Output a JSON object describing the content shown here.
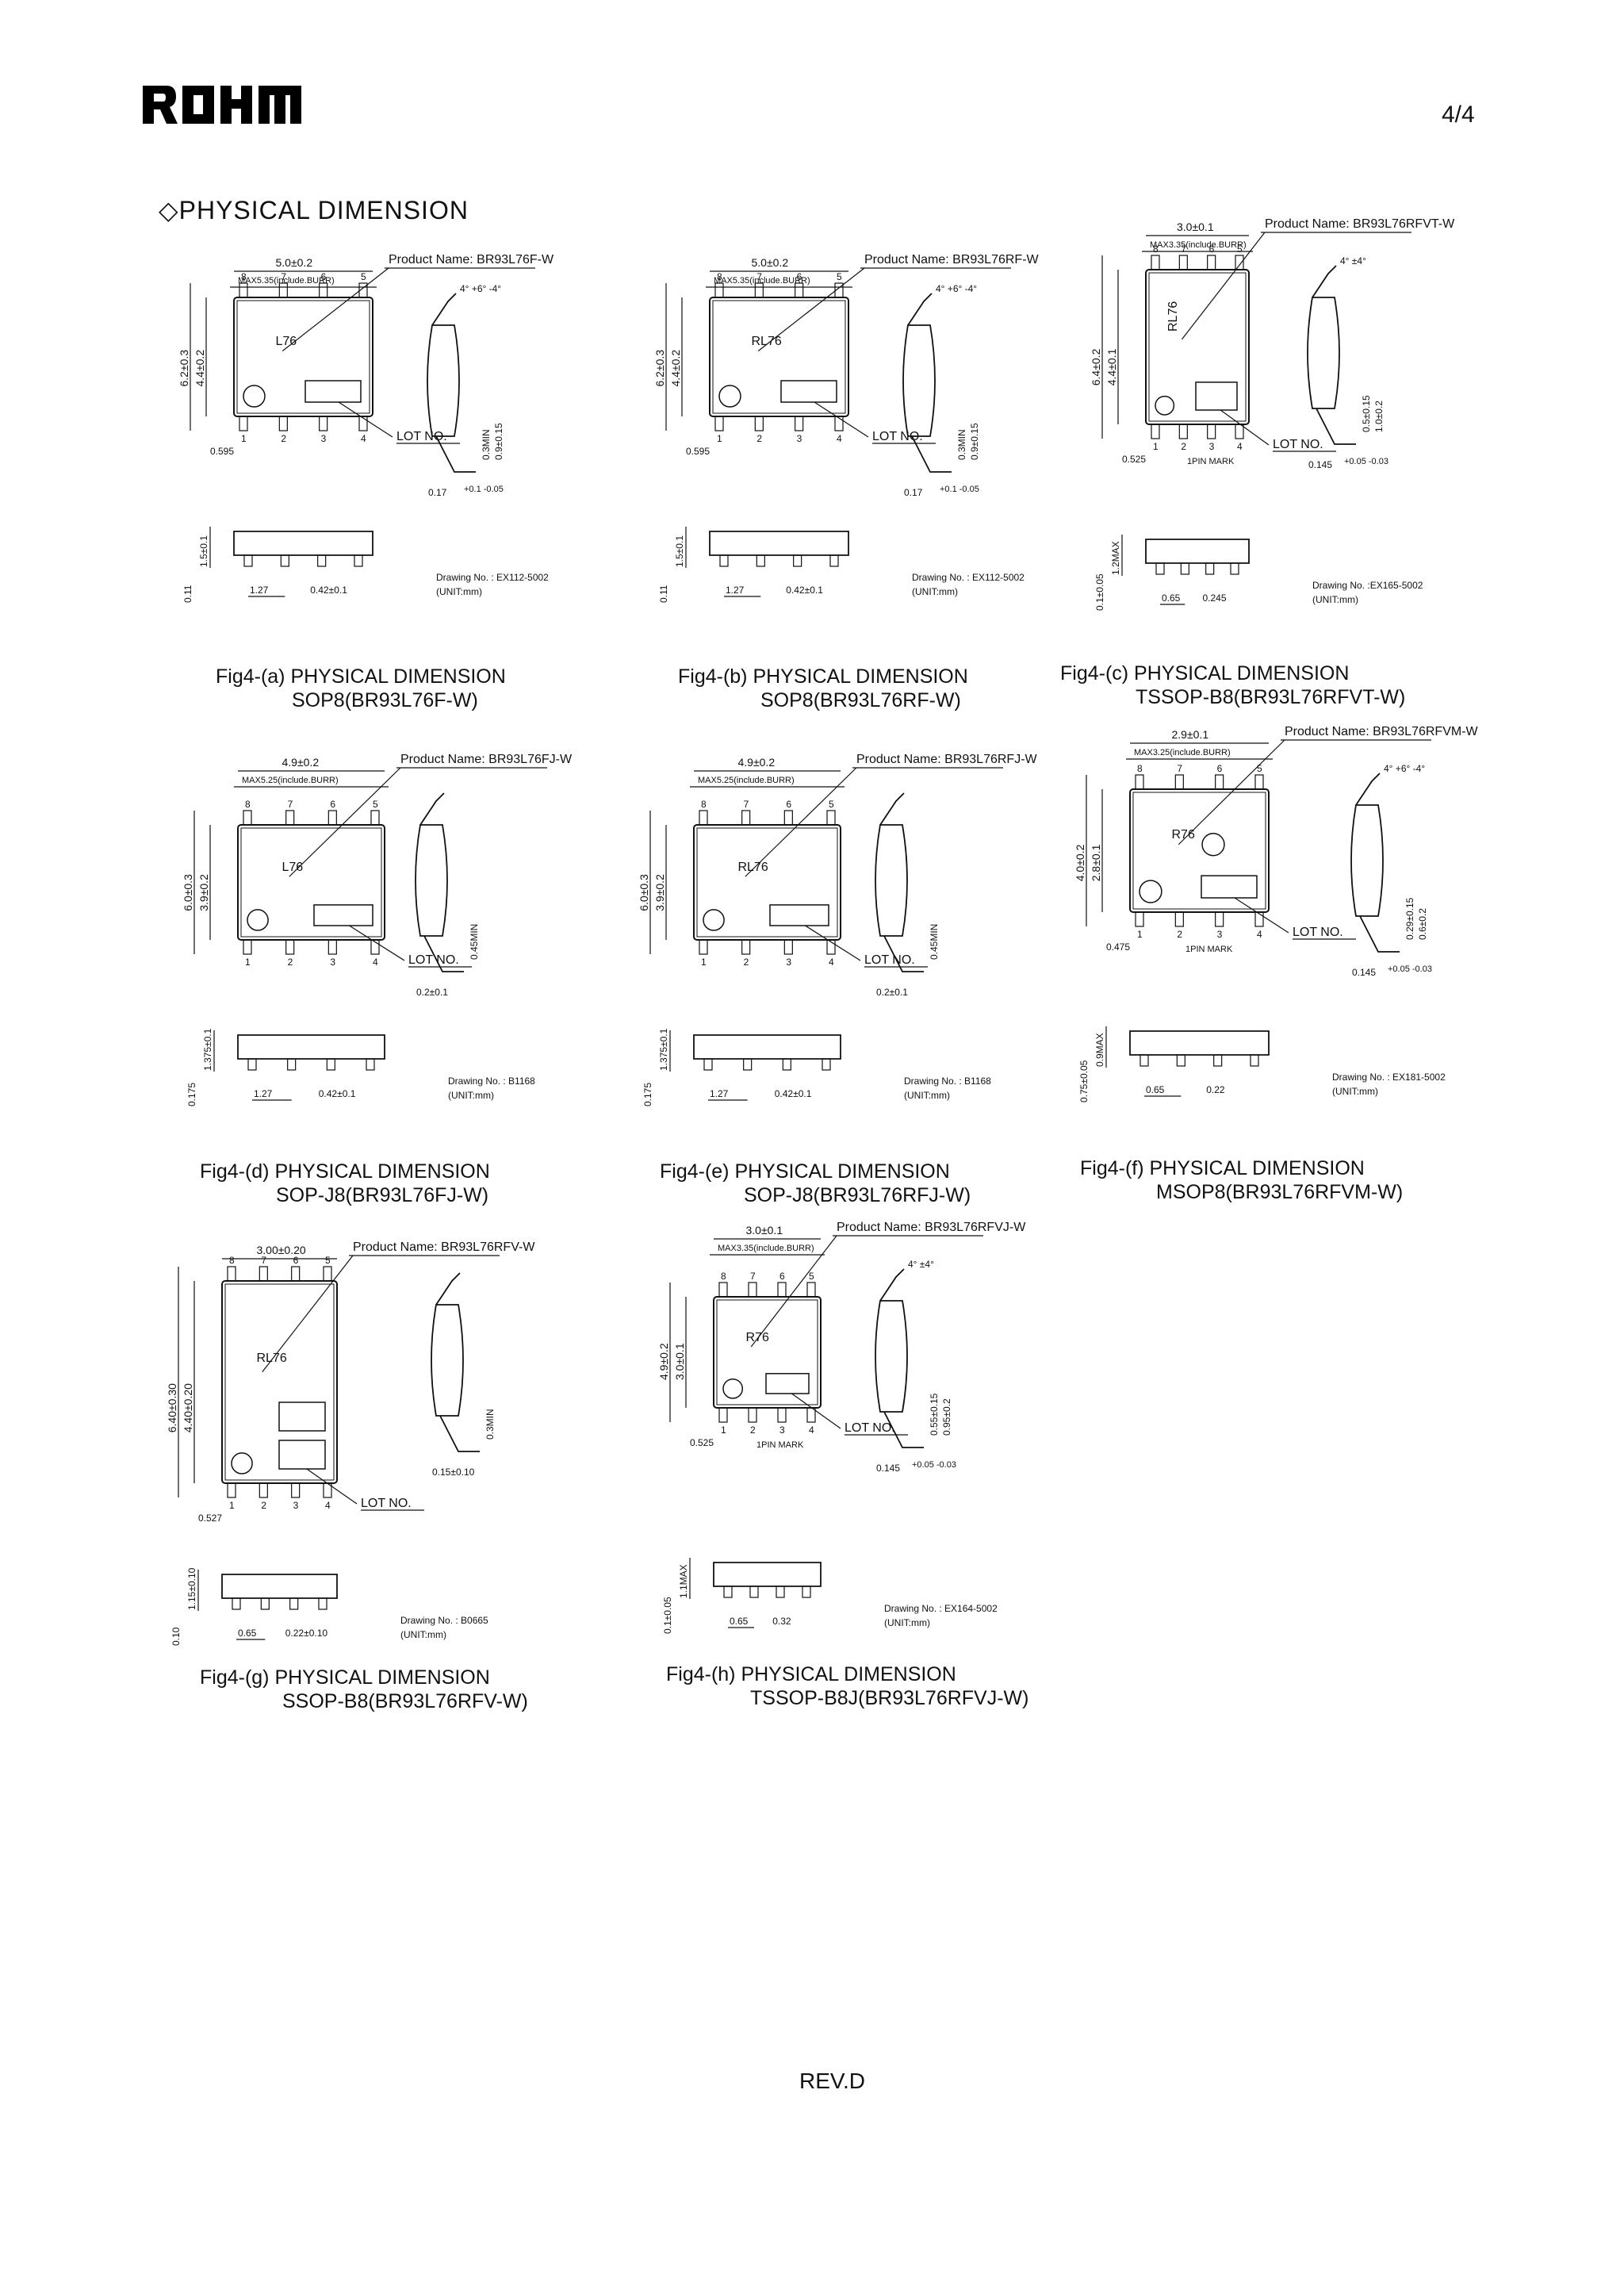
{
  "header": {
    "logo_text": "ROHM",
    "page_number": "4/4"
  },
  "section_title": "◇PHYSICAL DIMENSION",
  "figures": [
    {
      "id": "a",
      "caption_line1": "Fig4-(a) PHYSICAL DIMENSION",
      "caption_line2": "SOP8(BR93L76F-W)",
      "product_name": "Product Name: BR93L76F-W",
      "marking": "L76",
      "drawing_no": "Drawing No. : EX112-5002",
      "unit": "(UNIT:mm)",
      "lot_no": "LOT NO.",
      "dims": {
        "width": "5.0±0.2",
        "max": "MAX5.35(include.BURR)",
        "h1": "6.2±0.3",
        "h2": "4.4±0.2",
        "pitch": "1.27",
        "lead": "0.42±0.1",
        "edge": "0.595",
        "thick": "1.5±0.1",
        "stand": "0.11",
        "t1": "0.3MIN",
        "t2": "0.9±0.15",
        "t3": "0.17",
        "t3tol": "+0.1 -0.05",
        "angle": "4° +6° -4°"
      }
    },
    {
      "id": "b",
      "caption_line1": "Fig4-(b) PHYSICAL DIMENSION",
      "caption_line2": "SOP8(BR93L76RF-W)",
      "product_name": "Product Name: BR93L76RF-W",
      "marking": "RL76",
      "drawing_no": "Drawing No. : EX112-5002",
      "unit": "(UNIT:mm)",
      "lot_no": "LOT NO.",
      "dims": {
        "width": "5.0±0.2",
        "max": "MAX5.35(include.BURR)",
        "h1": "6.2±0.3",
        "h2": "4.4±0.2",
        "pitch": "1.27",
        "lead": "0.42±0.1",
        "edge": "0.595",
        "thick": "1.5±0.1",
        "stand": "0.11",
        "t1": "0.3MIN",
        "t2": "0.9±0.15",
        "t3": "0.17",
        "t3tol": "+0.1 -0.05",
        "angle": "4° +6° -4°"
      }
    },
    {
      "id": "c",
      "caption_line1": "Fig4-(c) PHYSICAL DIMENSION",
      "caption_line2": "TSSOP-B8(BR93L76RFVT-W)",
      "product_name": "Product Name: BR93L76RFVT-W",
      "marking": "RL76",
      "drawing_no": "Drawing No. :EX165-5002",
      "unit": "(UNIT:mm)",
      "lot_no": "LOT NO.",
      "pin_mark": "1PIN MARK",
      "dims": {
        "width": "3.0±0.1",
        "max": "MAX3.35(include.BURR)",
        "h1": "6.4±0.2",
        "h2": "4.4±0.1",
        "pitch": "0.65",
        "lead": "0.245",
        "edge": "0.525",
        "thick": "1.2MAX",
        "stand": "0.1±0.05",
        "t1": "0.5±0.15",
        "t2": "1.0±0.2",
        "t3": "0.145",
        "t3tol": "+0.05 -0.03",
        "angle": "4° ±4°"
      }
    },
    {
      "id": "d",
      "caption_line1": "Fig4-(d) PHYSICAL DIMENSION",
      "caption_line2": "SOP-J8(BR93L76FJ-W)",
      "product_name": "Product Name: BR93L76FJ-W",
      "marking": "L76",
      "drawing_no": "Drawing No. : B1168",
      "unit": "(UNIT:mm)",
      "lot_no": "LOT NO.",
      "dims": {
        "width": "4.9±0.2",
        "max": "MAX5.25(include.BURR)",
        "h1": "6.0±0.3",
        "h2": "3.9±0.2",
        "pitch": "1.27",
        "lead": "0.42±0.1",
        "edge": "",
        "thick": "1.375±0.1",
        "stand": "0.175",
        "t1": "0.45MIN",
        "t2": "",
        "t3": "0.2±0.1",
        "t3tol": "",
        "angle": ""
      }
    },
    {
      "id": "e",
      "caption_line1": "Fig4-(e) PHYSICAL DIMENSION",
      "caption_line2": "SOP-J8(BR93L76RFJ-W)",
      "product_name": "Product Name: BR93L76RFJ-W",
      "marking": "RL76",
      "drawing_no": "Drawing No. : B1168",
      "unit": "(UNIT:mm)",
      "lot_no": "LOT NO.",
      "dims": {
        "width": "4.9±0.2",
        "max": "MAX5.25(include.BURR)",
        "h1": "6.0±0.3",
        "h2": "3.9±0.2",
        "pitch": "1.27",
        "lead": "0.42±0.1",
        "edge": "",
        "thick": "1.375±0.1",
        "stand": "0.175",
        "t1": "0.45MIN",
        "t2": "",
        "t3": "0.2±0.1",
        "t3tol": "",
        "angle": ""
      }
    },
    {
      "id": "f",
      "caption_line1": "Fig4-(f) PHYSICAL DIMENSION",
      "caption_line2": "MSOP8(BR93L76RFVM-W)",
      "product_name": "Product Name: BR93L76RFVM-W",
      "marking": "R76",
      "drawing_no": "Drawing No. : EX181-5002",
      "unit": "(UNIT:mm)",
      "lot_no": "LOT NO.",
      "pin_mark": "1PIN MARK",
      "dims": {
        "width": "2.9±0.1",
        "max": "MAX3.25(include.BURR)",
        "h1": "4.0±0.2",
        "h2": "2.8±0.1",
        "pitch": "0.65",
        "lead": "0.22",
        "edge": "0.475",
        "thick": "0.9MAX",
        "stand": "0.75±0.05",
        "t1": "0.29±0.15",
        "t2": "0.6±0.2",
        "t3": "0.145",
        "t3tol": "+0.05 -0.03",
        "angle": "4° +6° -4°"
      }
    },
    {
      "id": "g",
      "caption_line1": "Fig4-(g) PHYSICAL DIMENSION",
      "caption_line2": "SSOP-B8(BR93L76RFV-W)",
      "product_name": "Product Name: BR93L76RFV-W",
      "marking": "RL76",
      "drawing_no": "Drawing No. : B0665",
      "unit": "(UNIT:mm)",
      "lot_no": "LOT NO.",
      "dims": {
        "width": "3.00±0.20",
        "max": "",
        "h1": "6.40±0.30",
        "h2": "4.40±0.20",
        "pitch": "0.65",
        "lead": "0.22±0.10",
        "edge": "0.527",
        "thick": "1.15±0.10",
        "stand": "0.10",
        "t1": "0.3MIN",
        "t2": "",
        "t3": "0.15±0.10",
        "t3tol": "",
        "angle": ""
      }
    },
    {
      "id": "h",
      "caption_line1": "Fig4-(h) PHYSICAL DIMENSION",
      "caption_line2": "TSSOP-B8J(BR93L76RFVJ-W)",
      "product_name": "Product Name: BR93L76RFVJ-W",
      "marking": "R76",
      "drawing_no": "Drawing No. : EX164-5002",
      "unit": "(UNIT:mm)",
      "lot_no": "LOT NO.",
      "pin_mark": "1PIN MARK",
      "dims": {
        "width": "3.0±0.1",
        "max": "MAX3.35(include.BURR)",
        "h1": "4.9±0.2",
        "h2": "3.0±0.1",
        "pitch": "0.65",
        "lead": "0.32",
        "edge": "0.525",
        "thick": "1.1MAX",
        "stand": "0.1±0.05",
        "t1": "0.55±0.15",
        "t2": "0.95±0.2",
        "t3": "0.145",
        "t3tol": "+0.05 -0.03",
        "angle": "4° ±4°"
      }
    }
  ],
  "footer": {
    "revision": "REV.D"
  }
}
